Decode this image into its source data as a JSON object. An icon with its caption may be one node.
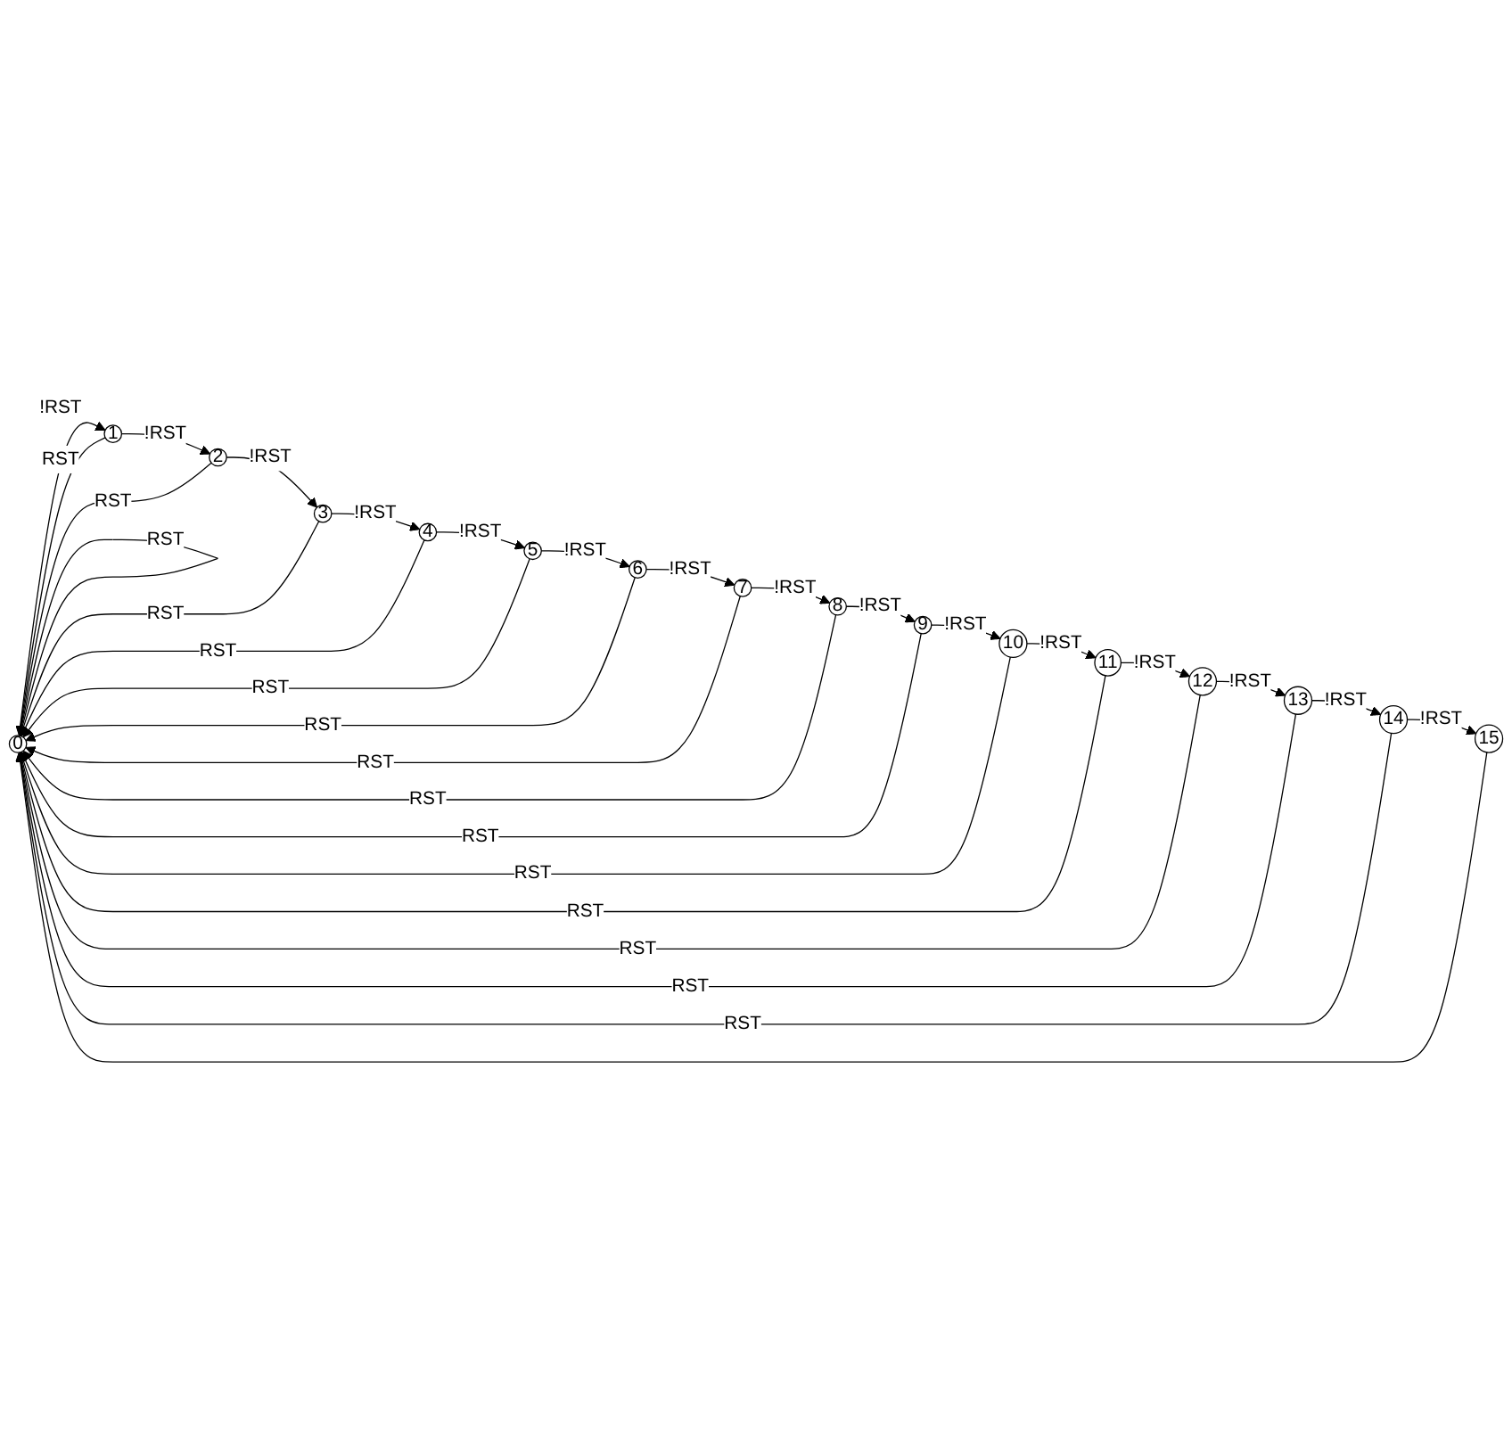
{
  "diagram": {
    "nodes": [
      {
        "text": [
          "0"
        ]
      },
      {
        "text": [
          "1"
        ]
      },
      {
        "text": [
          "2"
        ]
      },
      {
        "text": [
          "3"
        ]
      },
      {
        "text": [
          "4"
        ]
      },
      {
        "text": [
          "5"
        ]
      },
      {
        "text": [
          "6"
        ]
      },
      {
        "text": [
          "7"
        ]
      },
      {
        "text": [
          "8"
        ]
      },
      {
        "text": [
          "9"
        ]
      },
      {
        "text": [
          "10"
        ]
      },
      {
        "text": [
          "11"
        ]
      },
      {
        "text": [
          "12"
        ]
      },
      {
        "text": [
          "13"
        ]
      },
      {
        "text": [
          "14"
        ]
      },
      {
        "text": [
          "15"
        ]
      }
    ],
    "edges": [
      {
        "from": 0,
        "to": 1,
        "arrow": "to",
        "label": "!RST"
      },
      {
        "from": 1,
        "to": 2,
        "arrow": "to",
        "label": "!RST"
      },
      {
        "from": 2,
        "to": 3,
        "arrow": "to",
        "label": "!RST"
      },
      {
        "from": 3,
        "to": 4,
        "arrow": "to",
        "label": "!RST"
      },
      {
        "from": 4,
        "to": 5,
        "arrow": "to",
        "label": "!RST"
      },
      {
        "from": 5,
        "to": 6,
        "arrow": "to",
        "label": "!RST"
      },
      {
        "from": 6,
        "to": 7,
        "arrow": "to",
        "label": "!RST"
      },
      {
        "from": 7,
        "to": 8,
        "arrow": "to",
        "label": "!RST"
      },
      {
        "from": 8,
        "to": 9,
        "arrow": "to",
        "label": "!RST"
      },
      {
        "from": 9,
        "to": 10,
        "arrow": "to",
        "label": "!RST"
      },
      {
        "from": 10,
        "to": 11,
        "arrow": "to",
        "label": "!RST"
      },
      {
        "from": 11,
        "to": 12,
        "arrow": "to",
        "label": "!RST"
      },
      {
        "from": 12,
        "to": 13,
        "arrow": "to",
        "label": "!RST"
      },
      {
        "from": 13,
        "to": 14,
        "arrow": "to",
        "label": "!RST"
      },
      {
        "from": 14,
        "to": 15,
        "arrow": "to",
        "label": "!RST"
      },
      {
        "from": 0,
        "to": 0,
        "arrow": "to",
        "label": "RST"
      },
      {
        "from": 1,
        "to": 0,
        "arrow": "to",
        "label": "RST"
      },
      {
        "from": 2,
        "to": 0,
        "arrow": "to",
        "label": "RST"
      },
      {
        "from": 3,
        "to": 0,
        "arrow": "to",
        "label": "RST"
      },
      {
        "from": 4,
        "to": 0,
        "arrow": "to",
        "label": "RST"
      },
      {
        "from": 5,
        "to": 0,
        "arrow": "to",
        "label": "RST"
      },
      {
        "from": 6,
        "to": 0,
        "arrow": "to",
        "label": "RST"
      },
      {
        "from": 7,
        "to": 0,
        "arrow": "to",
        "label": "RST"
      },
      {
        "from": 8,
        "to": 0,
        "arrow": "to",
        "label": "RST"
      },
      {
        "from": 9,
        "to": 0,
        "arrow": "to",
        "label": "RST"
      },
      {
        "from": 10,
        "to": 0,
        "arrow": "to",
        "label": "RST"
      },
      {
        "from": 11,
        "to": 0,
        "arrow": "to",
        "label": "RST"
      },
      {
        "from": 12,
        "to": 0,
        "arrow": "to",
        "label": "RST"
      },
      {
        "from": 13,
        "to": 0,
        "arrow": "to",
        "label": "RST"
      },
      {
        "from": 14,
        "to": 0,
        "arrow": "to",
        "label": "RST"
      },
      {
        "from": 15,
        "to": 0,
        "arrow": "to"
      }
    ]
  }
}
